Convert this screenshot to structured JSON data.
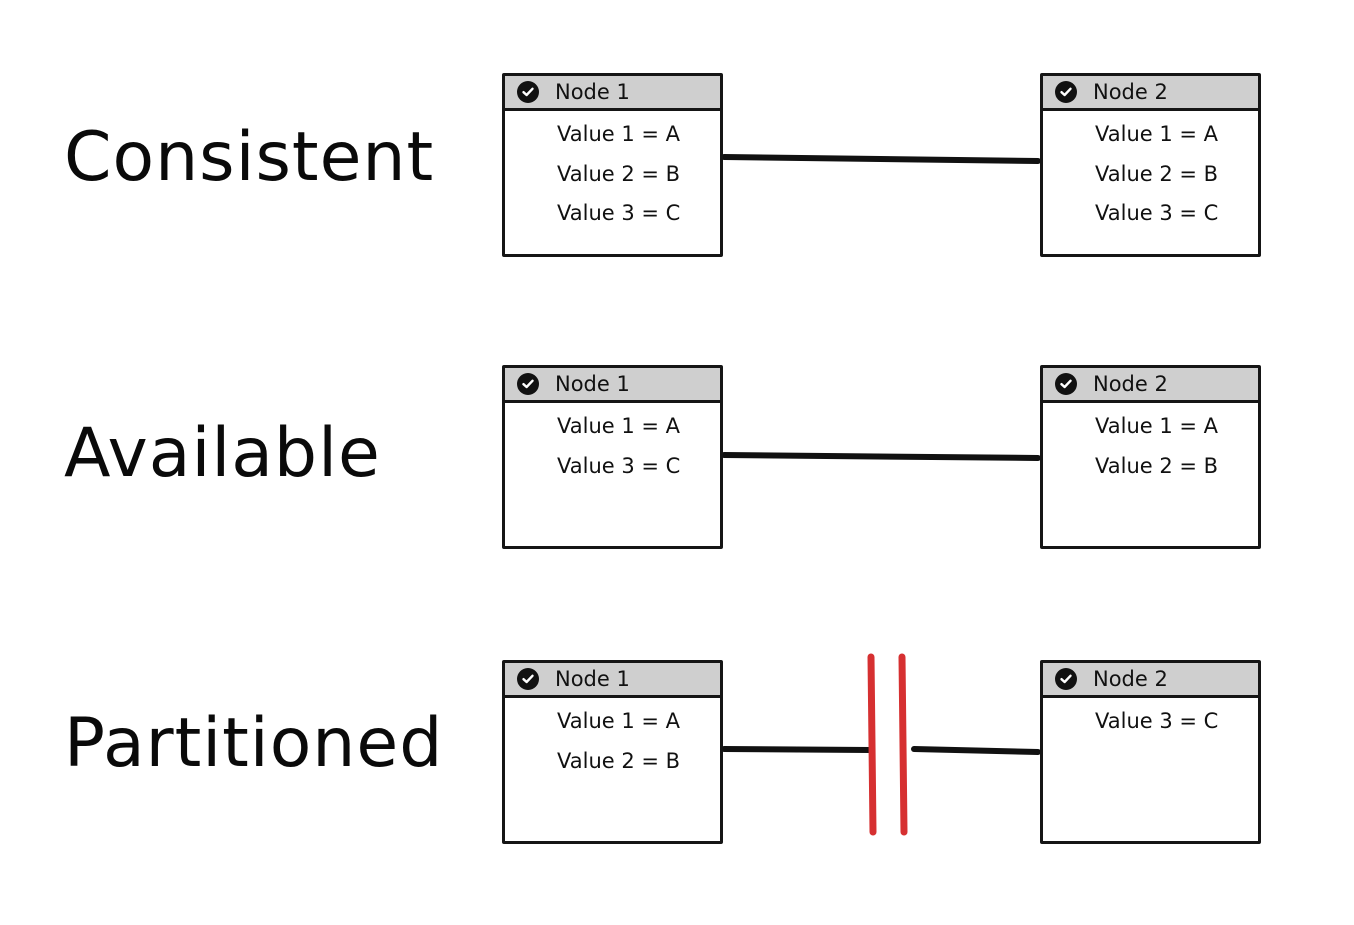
{
  "rows": [
    {
      "label": "Consistent",
      "node1": {
        "title": "Node 1",
        "values": [
          "Value 1 = A",
          "Value 2 = B",
          "Value 3 = C"
        ]
      },
      "node2": {
        "title": "Node 2",
        "values": [
          "Value 1 = A",
          "Value 2 = B",
          "Value 3 = C"
        ]
      }
    },
    {
      "label": "Available",
      "node1": {
        "title": "Node 1",
        "values": [
          "Value 1 = A",
          "Value 3 = C"
        ]
      },
      "node2": {
        "title": "Node 2",
        "values": [
          "Value 1 = A",
          "Value 2 = B"
        ]
      }
    },
    {
      "label": "Partitioned",
      "node1": {
        "title": "Node 1",
        "values": [
          "Value 1 = A",
          "Value 2 = B"
        ]
      },
      "node2": {
        "title": "Node 2",
        "values": [
          "Value 3 = C"
        ]
      }
    }
  ],
  "colors": {
    "link": "#111111",
    "partition": "#d63031",
    "header": "#cfcfcf"
  },
  "icons": {
    "node_status": "check-circle-icon"
  }
}
